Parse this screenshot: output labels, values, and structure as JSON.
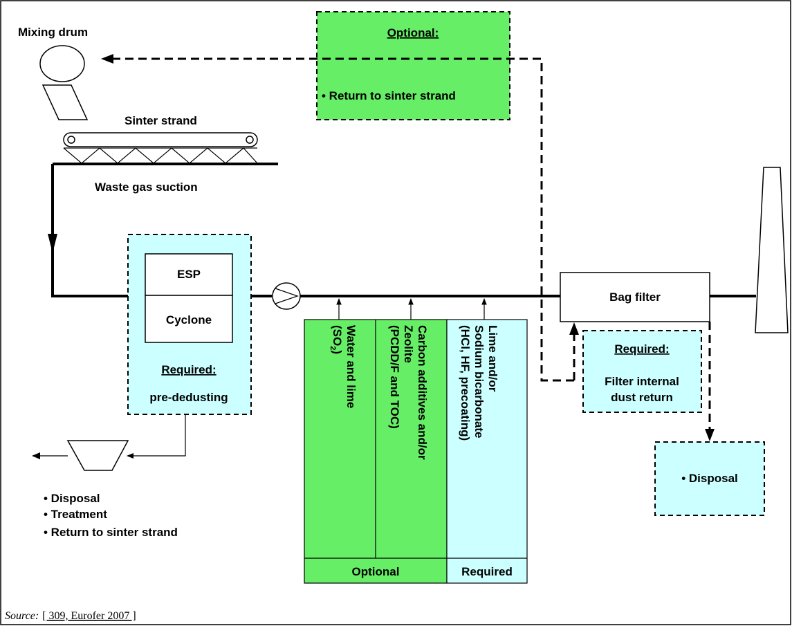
{
  "labels": {
    "mixing_drum": "Mixing drum",
    "sinter_strand": "Sinter strand",
    "waste_gas_suction": "Waste gas suction",
    "optional_top_title": "Optional:",
    "optional_top_item": "• Return to sinter strand",
    "esp": "ESP",
    "cyclone": "Cyclone",
    "required_pre": "Required:",
    "pre_dedusting": "pre-dedusting",
    "bag_filter": "Bag filter",
    "required_bag": "Required:",
    "filter_internal_1": "Filter internal",
    "filter_internal_2": "dust return",
    "disposal_right": "• Disposal",
    "bottom_list": [
      "• Disposal",
      "• Treatment",
      "• Return to sinter strand"
    ],
    "additive_col1_line1": "Water and lime",
    "additive_col1_line2_prefix": "(SO",
    "additive_col1_line2_sub": "2",
    "additive_col1_line2_suffix": ")",
    "additive_col2_line1": "Carbon additives and/or",
    "additive_col2_line2": "Zeolite",
    "additive_col2_line3": "(PCDD/F and TOC)",
    "additive_col3_line1": "Lime and/or",
    "additive_col3_line2": "Sodium bicarbonate",
    "additive_col3_line3": "(HCl, HF, precoating)",
    "optional_bottom": "Optional",
    "required_bottom": "Required"
  },
  "source": {
    "prefix": "Source:",
    "ref": "[ 309, Eurofer 2007 ]"
  },
  "colors": {
    "cyan": "#ccffff",
    "green": "#66ee66"
  }
}
